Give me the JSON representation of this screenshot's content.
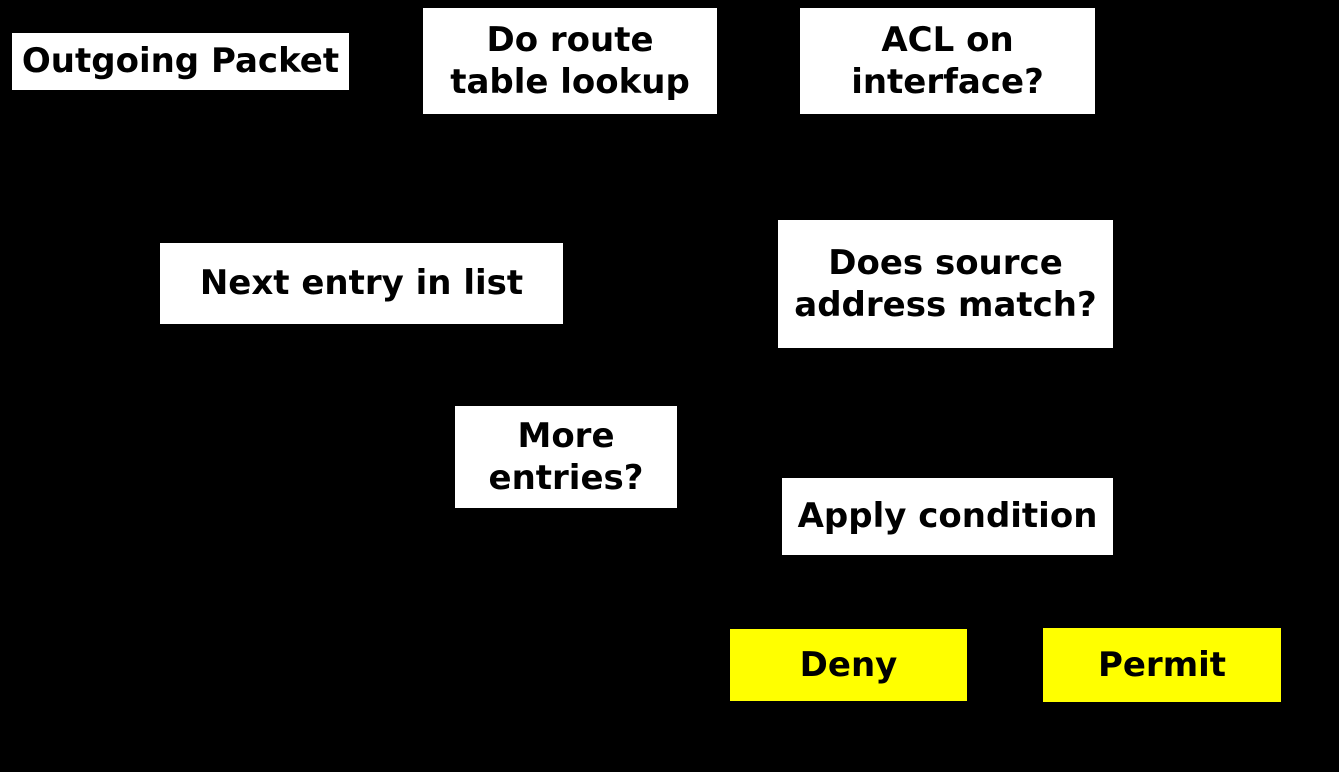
{
  "diagram": {
    "background_color": "#000000",
    "process_box_color": "#ffffff",
    "terminal_box_color": "#ffff00",
    "text_color": "#000000",
    "nodes": {
      "outgoing_packet": {
        "label": "Outgoing Packet"
      },
      "route_lookup": {
        "label": "Do route\ntable lookup"
      },
      "acl_on_interface": {
        "label": "ACL on\ninterface?"
      },
      "next_entry": {
        "label": "Next entry in list"
      },
      "source_match": {
        "label": "Does source\naddress match?"
      },
      "more_entries": {
        "label": "More\nentries?"
      },
      "apply_condition": {
        "label": "Apply condition"
      },
      "deny": {
        "label": "Deny"
      },
      "permit": {
        "label": "Permit"
      }
    }
  }
}
